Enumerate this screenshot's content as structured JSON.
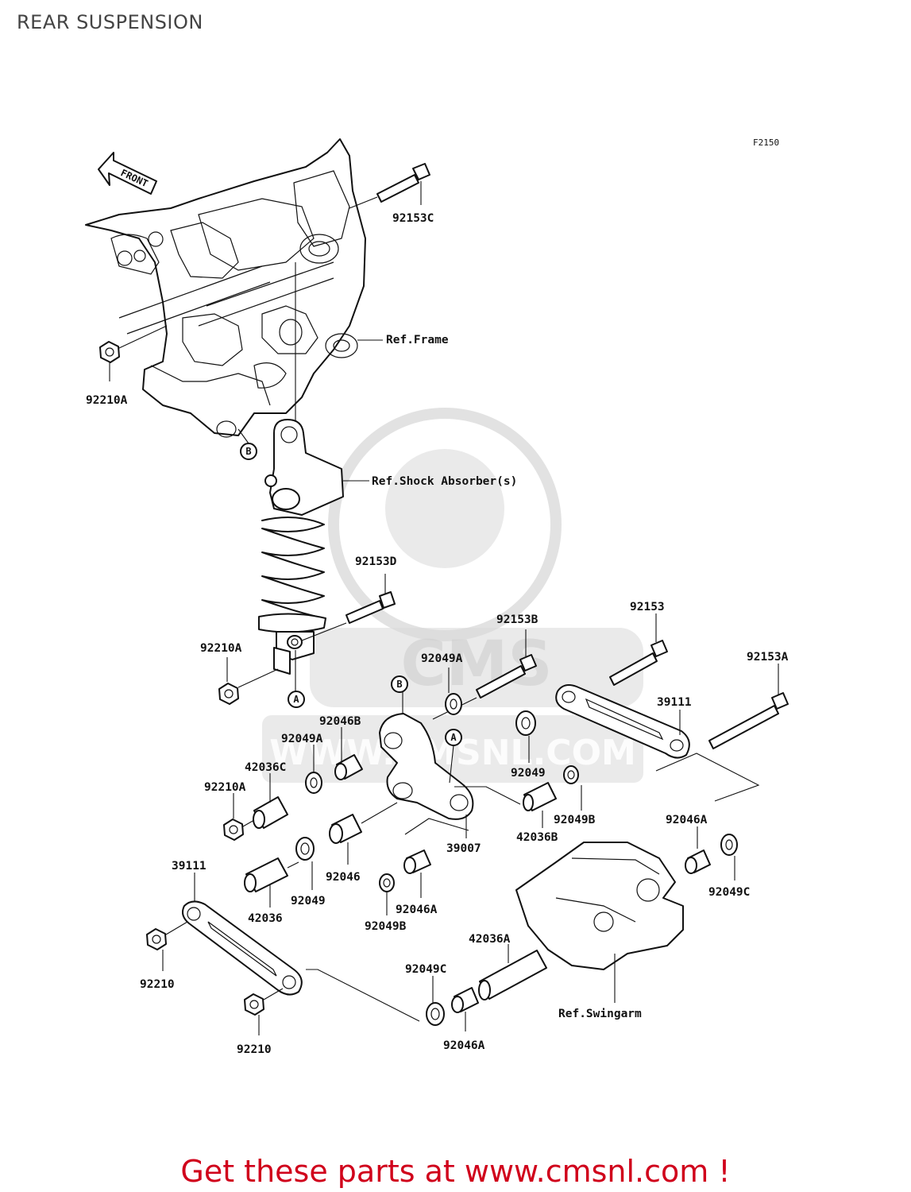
{
  "page": {
    "title": "REAR SUSPENSION",
    "figure_code": "F2150"
  },
  "front_arrow": {
    "label": "FRONT"
  },
  "watermark": {
    "domain": "WWW.CMSNL.COM",
    "brand": "CMS"
  },
  "markers": {
    "a": "A",
    "b": "B"
  },
  "refs": {
    "frame": "Ref.Frame",
    "shock": "Ref.Shock Absorber(s)",
    "swingarm": "Ref.Swingarm"
  },
  "parts": {
    "p92153C": "92153C",
    "p92210A_1": "92210A",
    "p92153D": "92153D",
    "p92210A_2": "92210A",
    "p92153B": "92153B",
    "p92153": "92153",
    "p92153A": "92153A",
    "p92049A_1": "92049A",
    "p92046B": "92046B",
    "p92049A_2": "92049A",
    "p42036C": "42036C",
    "p92210A_3": "92210A",
    "p39111_1": "39111",
    "p92049": "92049",
    "p92049B_1": "92049B",
    "p42036B": "42036B",
    "p39007": "39007",
    "p92046A_1": "92046A",
    "p92049C_1": "92049C",
    "p39111_2": "39111",
    "p92046": "92046",
    "p92049_2": "92049",
    "p42036": "42036",
    "p92046A_2": "92046A",
    "p92049B_2": "92049B",
    "p92210_1": "92210",
    "p92210_2": "92210",
    "p42036A": "42036A",
    "p92049C_2": "92049C",
    "p92046A_3": "92046A"
  },
  "footer": {
    "text": "Get these parts at www.cmsnl.com !"
  },
  "colors": {
    "footer": "#d0001b",
    "ink": "#111111",
    "watermark": "#d9d9d9"
  }
}
